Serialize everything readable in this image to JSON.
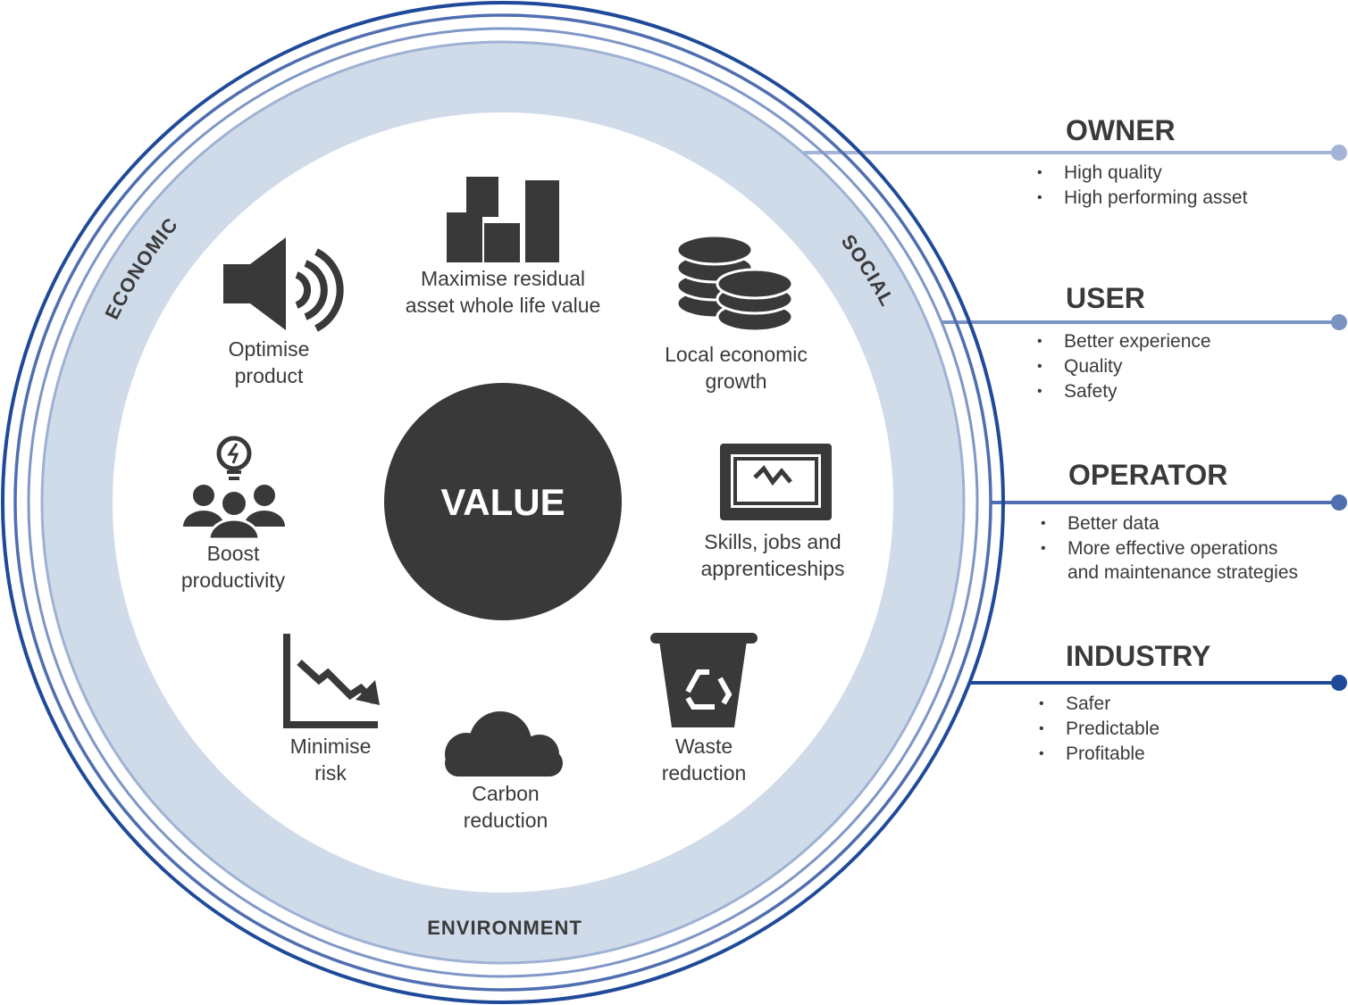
{
  "center": {
    "label": "VALUE"
  },
  "pillars": {
    "economic": "ECONOMIC",
    "social": "SOCIAL",
    "environment": "ENVIRONMENT"
  },
  "benefits": [
    {
      "icon": "buildings-icon",
      "line1": "Maximise residual",
      "line2": "asset whole life value"
    },
    {
      "icon": "coins-icon",
      "line1": "Local economic",
      "line2": "growth"
    },
    {
      "icon": "whiteboard-icon",
      "line1": "Skills, jobs and",
      "line2": "apprenticeships"
    },
    {
      "icon": "recycle-bin-icon",
      "line1": "Waste",
      "line2": "reduction"
    },
    {
      "icon": "cloud-icon",
      "line1": "Carbon",
      "line2": "reduction"
    },
    {
      "icon": "downtrend-chart-icon",
      "line1": "Minimise",
      "line2": "risk"
    },
    {
      "icon": "team-idea-icon",
      "line1": "Boost",
      "line2": "productivity"
    },
    {
      "icon": "speaker-icon",
      "line1": "Optimise",
      "line2": "product"
    }
  ],
  "stakeholders": [
    {
      "title": "OWNER",
      "items": [
        "High quality",
        "High performing asset"
      ],
      "color": "#a3b4d6"
    },
    {
      "title": "USER",
      "items": [
        "Better experience",
        "Quality",
        "Safety"
      ],
      "color": "#7b93c3"
    },
    {
      "title": "OPERATOR",
      "items": [
        "Better data",
        "More effective operations\nand maintenance strategies"
      ],
      "color": "#4f6fb0"
    },
    {
      "title": "INDUSTRY",
      "items": [
        "Safer",
        "Predictable",
        "Profitable"
      ],
      "color": "#1f4a9a"
    }
  ]
}
